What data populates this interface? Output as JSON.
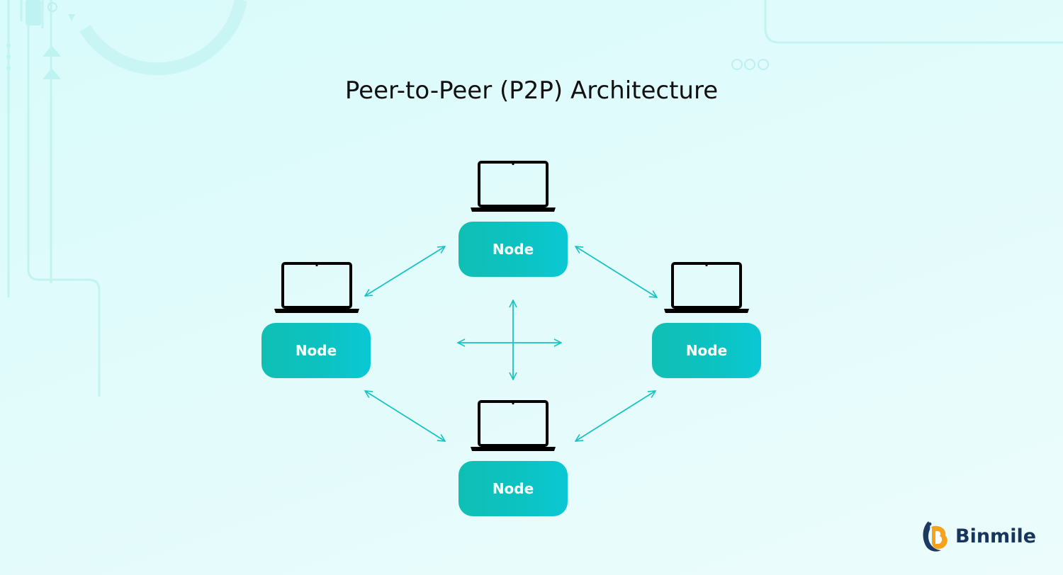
{
  "title": "Peer-to-Peer (P2P) Architecture",
  "nodes": [
    {
      "id": "top",
      "label": "Node"
    },
    {
      "id": "left",
      "label": "Node"
    },
    {
      "id": "right",
      "label": "Node"
    },
    {
      "id": "bottom",
      "label": "Node"
    }
  ],
  "connections": [
    {
      "from": "top",
      "to": "left",
      "type": "bidirectional"
    },
    {
      "from": "top",
      "to": "right",
      "type": "bidirectional"
    },
    {
      "from": "left",
      "to": "bottom",
      "type": "bidirectional"
    },
    {
      "from": "right",
      "to": "bottom",
      "type": "bidirectional"
    }
  ],
  "center_icon": "four-way-arrows-icon",
  "device_icon": "laptop-icon",
  "brand": {
    "name": "Binmile",
    "icon": "binmile-logo-icon"
  },
  "colors": {
    "node_fill": "#0cc3c2",
    "arrow": "#19c2c2",
    "title": "#111111",
    "brand_text": "#17365e",
    "background": "#e2fbfb"
  }
}
